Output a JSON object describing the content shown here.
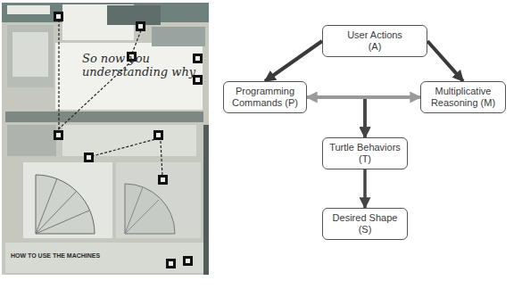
{
  "diagram": {
    "nodes": [
      {
        "text": [
          "User Actions (A)"
        ]
      },
      {
        "text": [
          "Programming Commands (P)"
        ]
      },
      {
        "text": [
          "Multiplicative Reasoning (M)"
        ]
      },
      {
        "text": [
          "Turtle Behaviors (T)"
        ]
      },
      {
        "text": [
          "Desired Shape (S)"
        ]
      }
    ],
    "edges": [
      {
        "from": 0,
        "to": 1,
        "arrow": "to"
      },
      {
        "from": 0,
        "to": 2,
        "arrow": "to"
      },
      {
        "from": 1,
        "to": 2,
        "arrow": "both"
      },
      {
        "from": 1,
        "to": 3,
        "arrow": "to"
      },
      {
        "from": 2,
        "to": 3,
        "arrow": "to"
      },
      {
        "from": 3,
        "to": 4,
        "arrow": "to"
      }
    ],
    "labels": [
      "So now you understanding why",
      "HOW TO USE THE MACHINES"
    ]
  }
}
